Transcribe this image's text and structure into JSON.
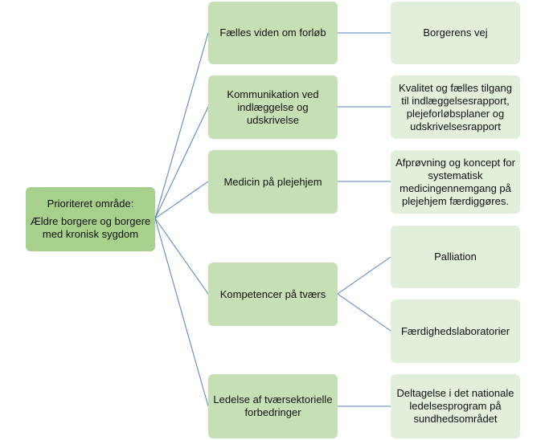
{
  "root": {
    "line1": "Prioriteret område:",
    "line2": "Ældre borgere og borgere med kronisk sygdom"
  },
  "branches": [
    {
      "label": "Fælles viden om forløb",
      "children": [
        "Borgerens vej"
      ]
    },
    {
      "label": "Kommunikation ved indlæggelse og udskrivelse",
      "children": [
        "Kvalitet og fælles tilgang til indlæggelsesrapport, plejeforløbsplaner og udskrivelsesrapport"
      ]
    },
    {
      "label": "Medicin på plejehjem",
      "children": [
        "Afprøvning og koncept for systematisk medicingennemgang på plejehjem færdiggøres."
      ]
    },
    {
      "label": "Kompetencer på tværs",
      "children": [
        "Palliation",
        "Færdighedslaboratorier"
      ]
    },
    {
      "label": "Ledelse af tværsektorielle forbedringer",
      "children": [
        "Deltagelse i det nationale ledelsesprogram på sundhedsområdet"
      ]
    }
  ],
  "colors": {
    "root_fill": "#a7d08c",
    "branch_fill": "#c5e0b4",
    "leaf_fill": "#e2efda",
    "connector": "#4f81bd"
  }
}
